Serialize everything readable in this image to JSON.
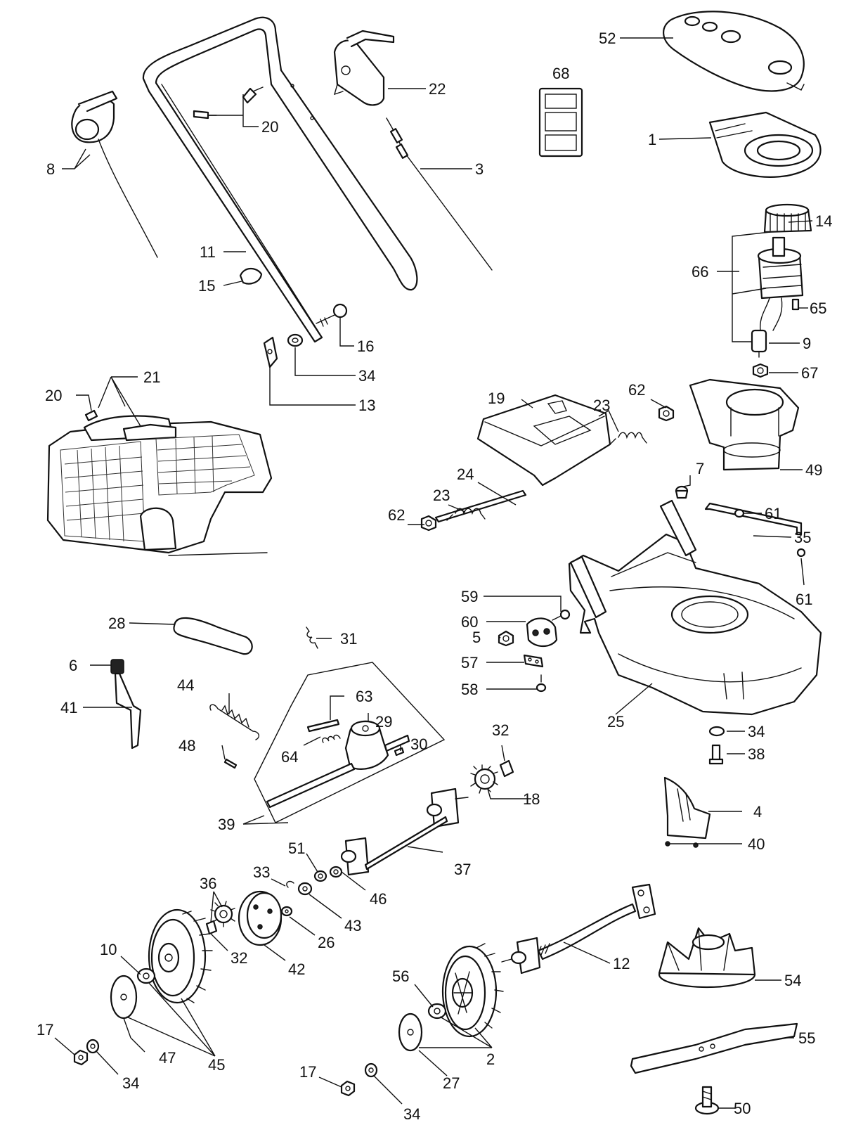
{
  "callouts": [
    {
      "id": "c52",
      "text": "52"
    },
    {
      "id": "c68",
      "text": "68"
    },
    {
      "id": "c1",
      "text": "1"
    },
    {
      "id": "c14",
      "text": "14"
    },
    {
      "id": "c66",
      "text": "66"
    },
    {
      "id": "c65",
      "text": "65"
    },
    {
      "id": "c9",
      "text": "9"
    },
    {
      "id": "c67",
      "text": "67"
    },
    {
      "id": "c8",
      "text": "8"
    },
    {
      "id": "c20a",
      "text": "20"
    },
    {
      "id": "c22",
      "text": "22"
    },
    {
      "id": "c3",
      "text": "3"
    },
    {
      "id": "c11",
      "text": "11"
    },
    {
      "id": "c15",
      "text": "15"
    },
    {
      "id": "c16",
      "text": "16"
    },
    {
      "id": "c34a",
      "text": "34"
    },
    {
      "id": "c13",
      "text": "13"
    },
    {
      "id": "c20b",
      "text": "20"
    },
    {
      "id": "c21",
      "text": "21"
    },
    {
      "id": "c19",
      "text": "19"
    },
    {
      "id": "c23a",
      "text": "23"
    },
    {
      "id": "c62a",
      "text": "62"
    },
    {
      "id": "c49",
      "text": "49"
    },
    {
      "id": "c7",
      "text": "7"
    },
    {
      "id": "c24",
      "text": "24"
    },
    {
      "id": "c23b",
      "text": "23"
    },
    {
      "id": "c62b",
      "text": "62"
    },
    {
      "id": "c61a",
      "text": "61"
    },
    {
      "id": "c35",
      "text": "35"
    },
    {
      "id": "c61b",
      "text": "61"
    },
    {
      "id": "c59",
      "text": "59"
    },
    {
      "id": "c60",
      "text": "60"
    },
    {
      "id": "c5",
      "text": "5"
    },
    {
      "id": "c57",
      "text": "57"
    },
    {
      "id": "c58",
      "text": "58"
    },
    {
      "id": "c25",
      "text": "25"
    },
    {
      "id": "c28",
      "text": "28"
    },
    {
      "id": "c31",
      "text": "31"
    },
    {
      "id": "c6",
      "text": "6"
    },
    {
      "id": "c41",
      "text": "41"
    },
    {
      "id": "c44",
      "text": "44"
    },
    {
      "id": "c63",
      "text": "63"
    },
    {
      "id": "c29",
      "text": "29"
    },
    {
      "id": "c30",
      "text": "30"
    },
    {
      "id": "c48",
      "text": "48"
    },
    {
      "id": "c64",
      "text": "64"
    },
    {
      "id": "c32a",
      "text": "32"
    },
    {
      "id": "c18",
      "text": "18"
    },
    {
      "id": "c34b",
      "text": "34"
    },
    {
      "id": "c38",
      "text": "38"
    },
    {
      "id": "c4",
      "text": "4"
    },
    {
      "id": "c40",
      "text": "40"
    },
    {
      "id": "c39",
      "text": "39"
    },
    {
      "id": "c37",
      "text": "37"
    },
    {
      "id": "c51",
      "text": "51"
    },
    {
      "id": "c33",
      "text": "33"
    },
    {
      "id": "c46",
      "text": "46"
    },
    {
      "id": "c43",
      "text": "43"
    },
    {
      "id": "c36",
      "text": "36"
    },
    {
      "id": "c26",
      "text": "26"
    },
    {
      "id": "c42",
      "text": "42"
    },
    {
      "id": "c32b",
      "text": "32"
    },
    {
      "id": "c10",
      "text": "10"
    },
    {
      "id": "c12",
      "text": "12"
    },
    {
      "id": "c56",
      "text": "56"
    },
    {
      "id": "c54",
      "text": "54"
    },
    {
      "id": "c45",
      "text": "45"
    },
    {
      "id": "c17a",
      "text": "17"
    },
    {
      "id": "c47",
      "text": "47"
    },
    {
      "id": "c34c",
      "text": "34"
    },
    {
      "id": "c55",
      "text": "55"
    },
    {
      "id": "c2",
      "text": "2"
    },
    {
      "id": "c27",
      "text": "27"
    },
    {
      "id": "c17b",
      "text": "17"
    },
    {
      "id": "c34d",
      "text": "34"
    },
    {
      "id": "c50",
      "text": "50"
    }
  ]
}
